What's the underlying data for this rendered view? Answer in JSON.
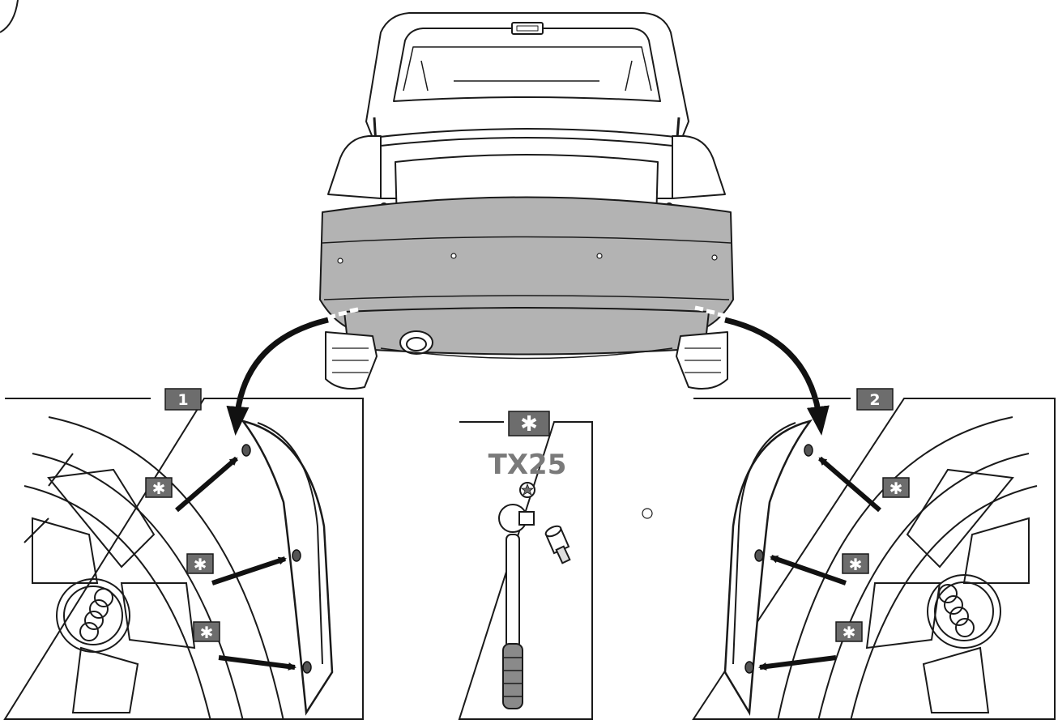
{
  "panels": {
    "left": {
      "number": "1"
    },
    "right": {
      "number": "2"
    },
    "tool": {
      "symbol": "✱",
      "bit_size": "TX25"
    }
  },
  "screw_marker_symbol": "✱",
  "colors": {
    "label_fill": "#6d6d6d",
    "bumper_gray": "#b3b3b3",
    "arrow": "#111111",
    "line": "#1a1a1a"
  }
}
